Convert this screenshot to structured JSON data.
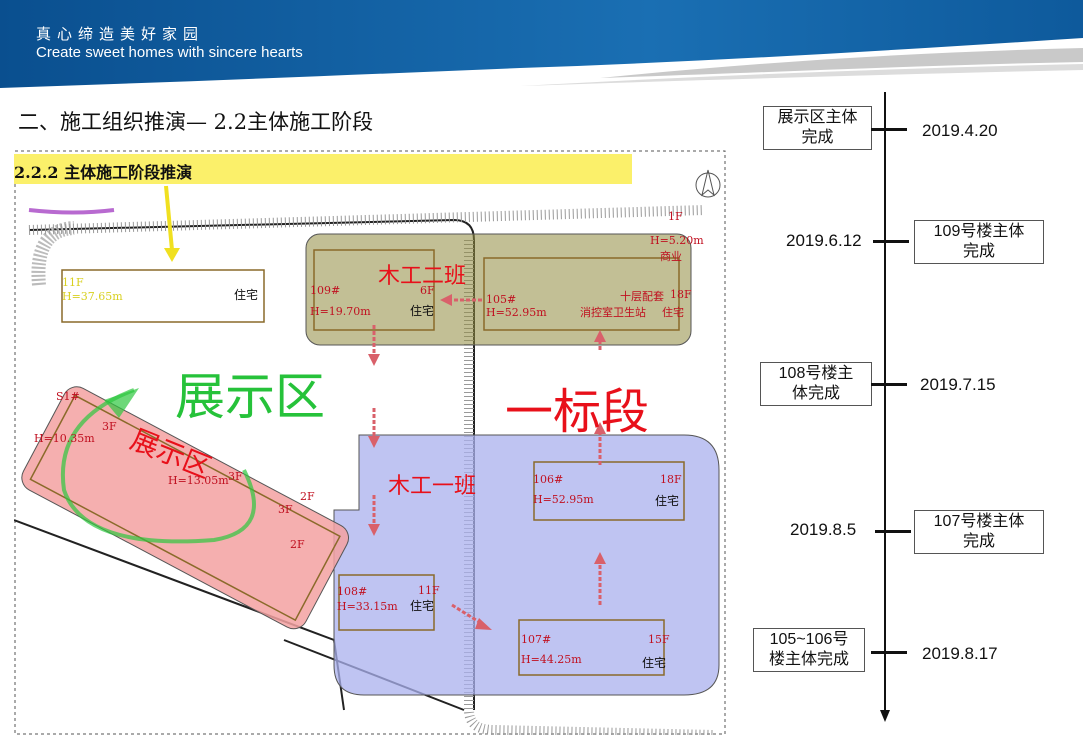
{
  "header": {
    "slogan_cn": "真心缔造美好家园",
    "slogan_en": "Create sweet homes with sincere hearts"
  },
  "page": {
    "section_title": "二、施工组织推演— 2.2主体施工阶段",
    "subtitle": "2.2.2 主体施工阶段推演"
  },
  "plan": {
    "zone_labels": {
      "display_area": "展示区",
      "display_area_inner": "展示区",
      "tender_section": "一标段",
      "carpentry_team_2": "木工二班",
      "carpentry_team_1": "木工一班"
    },
    "buildings": {
      "b109": {
        "id": "109#",
        "floors": "6F",
        "height": "H=19.70m",
        "use": "住宅"
      },
      "b105": {
        "id": "105#",
        "floors": "18F",
        "height": "H=52.95m",
        "use": "住宅",
        "extra": "十层配套",
        "extra2": "消控室卫生站"
      },
      "b106": {
        "id": "106#",
        "floors": "18F",
        "height": "H=52.95m",
        "use": "住宅"
      },
      "b108": {
        "id": "108#",
        "floors": "11F",
        "height": "H=33.15m",
        "use": "住宅"
      },
      "b107": {
        "id": "107#",
        "floors": "15F",
        "height": "H=44.25m",
        "use": "住宅"
      },
      "b1f": {
        "floors": "1F",
        "height": "H=5.20m",
        "use": "商业"
      },
      "bleft": {
        "id": "11F",
        "height": "H=37.65m",
        "use": "住宅"
      },
      "display_bldg": {
        "id": "S1#",
        "height1": "H=10.35m",
        "f1": "3F",
        "height2": "H=13.05m",
        "f2": "3F",
        "f3": "3F",
        "f4": "2F",
        "f5": "2F"
      }
    }
  },
  "timeline": {
    "milestones": [
      {
        "label_line1": "展示区主体",
        "label_line2": "完成",
        "date": "2019.4.20"
      },
      {
        "label_line1": "109号楼主体",
        "label_line2": "完成",
        "date": "2019.6.12"
      },
      {
        "label_line1": "108号楼主",
        "label_line2": "体完成",
        "date": "2019.7.15"
      },
      {
        "label_line1": "107号楼主体",
        "label_line2": "完成",
        "date": "2019.8.5"
      },
      {
        "label_line1": "105~106号",
        "label_line2": "楼主体完成",
        "date": "2019.8.17"
      }
    ]
  },
  "colors": {
    "banner_blue": "#0e5a9c",
    "olive_zone": "#8f8a3e",
    "blue_zone": "#aab0ee",
    "pink_zone": "#f3a1a1",
    "label_red": "#e8101a",
    "label_green": "#26c23a",
    "arrow_red": "#d9606a"
  }
}
